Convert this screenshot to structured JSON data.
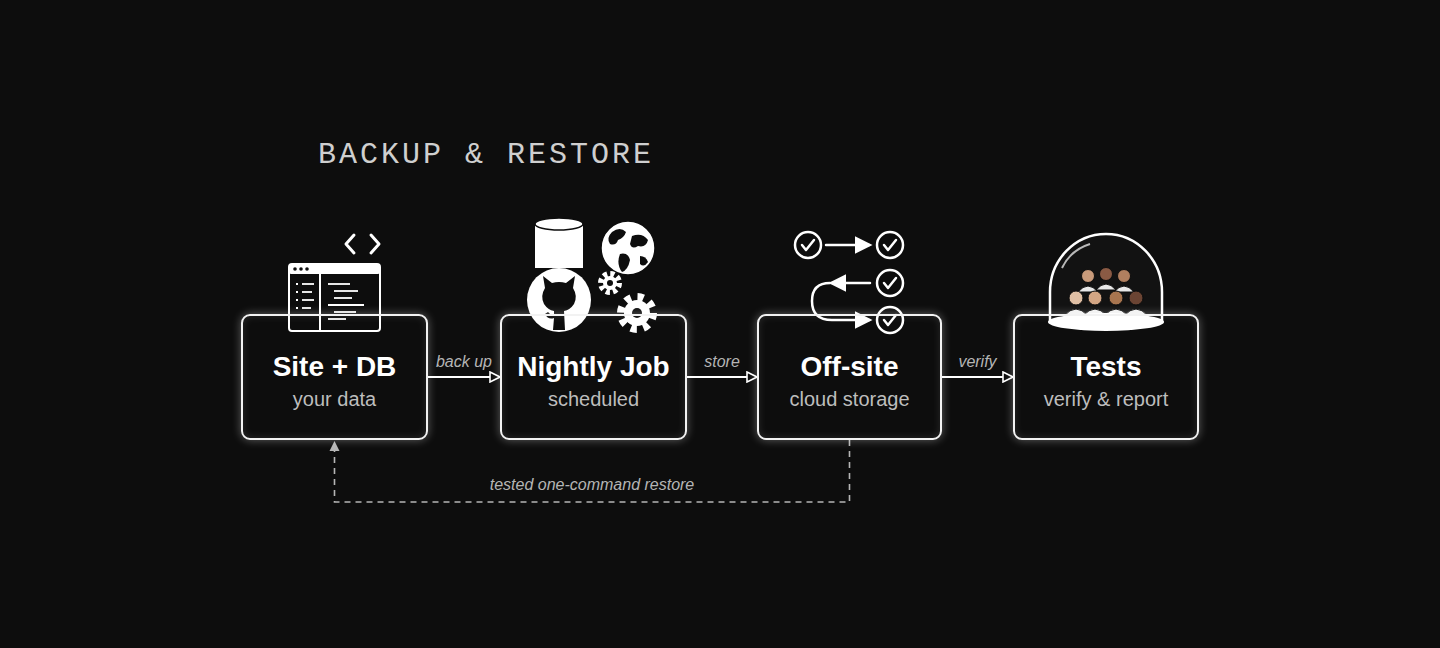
{
  "diagram": {
    "title": "BACKUP & RESTORE",
    "nodes": [
      {
        "text": [
          "Site + DB",
          "your data"
        ]
      },
      {
        "text": [
          "Nightly Job",
          "scheduled"
        ]
      },
      {
        "text": [
          "Off-site",
          "cloud storage"
        ]
      },
      {
        "text": [
          "Tests",
          "verify & report"
        ]
      }
    ],
    "edges": [
      {
        "from": 0,
        "to": 1,
        "label": "back up",
        "arrow": "to"
      },
      {
        "from": 1,
        "to": 2,
        "label": "store",
        "arrow": "to"
      },
      {
        "from": 2,
        "to": 3,
        "label": "verify",
        "arrow": "to"
      },
      {
        "from": 2,
        "to": 0,
        "label": "tested one-command restore",
        "arrow": "to"
      }
    ]
  }
}
